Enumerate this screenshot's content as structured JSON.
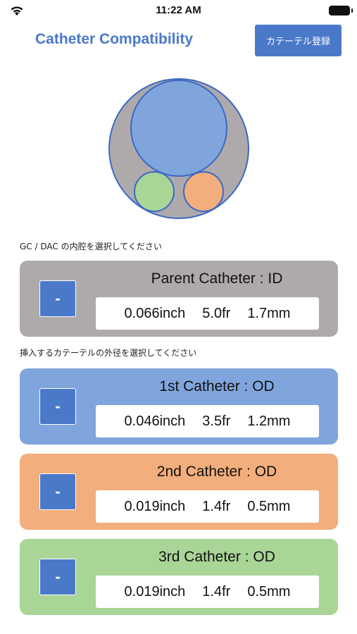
{
  "status": {
    "time": "11:22 AM"
  },
  "header": {
    "title": "Catheter Compatibility",
    "register_label": "カテーテル登録"
  },
  "diagram": {
    "colors": {
      "outer": "#aeaaab",
      "main": "#80a5dd",
      "small_left": "#a9d597",
      "small_right": "#f2ae7c",
      "stroke": "#3c68c4"
    }
  },
  "sections": {
    "gc_label": "GC / DAC の内腔を選択してください",
    "insert_label": "挿入するカテーテルの外径を選択してください"
  },
  "cards": [
    {
      "title": "Parent Catheter : ID",
      "inch": "0.066inch",
      "fr": "5.0fr",
      "mm": "1.7mm",
      "button": "-",
      "color": "#aeaaab"
    },
    {
      "title": "1st Catheter : OD",
      "inch": "0.046inch",
      "fr": "3.5fr",
      "mm": "1.2mm",
      "button": "-",
      "color": "#80a5dd"
    },
    {
      "title": "2nd Catheter : OD",
      "inch": "0.019inch",
      "fr": "1.4fr",
      "mm": "0.5mm",
      "button": "-",
      "color": "#f2ae7c"
    },
    {
      "title": "3rd Catheter : OD",
      "inch": "0.019inch",
      "fr": "1.4fr",
      "mm": "0.5mm",
      "button": "-",
      "color": "#a9d597"
    }
  ]
}
